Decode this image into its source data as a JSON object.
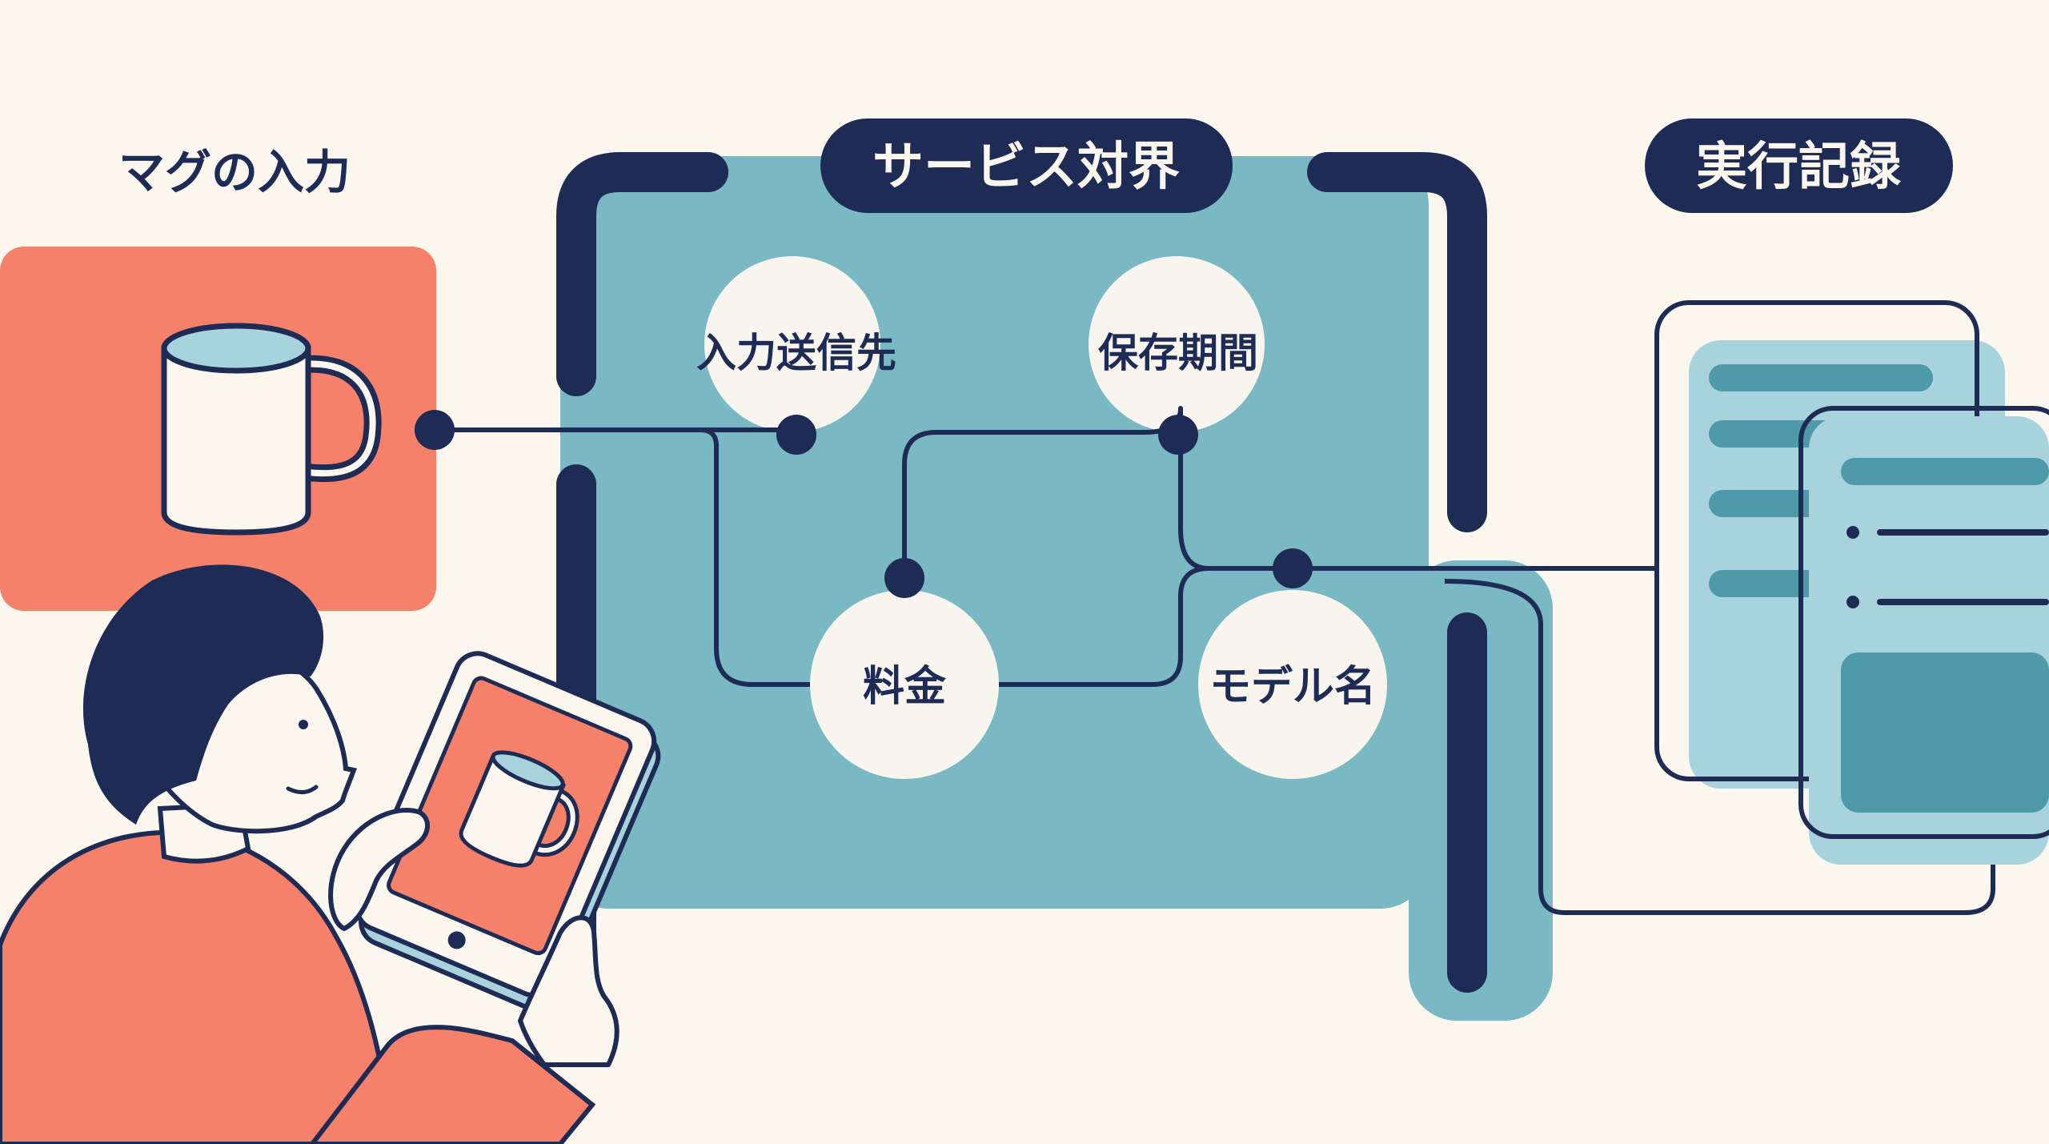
{
  "labels": {
    "input": "マグの入力",
    "boundary": "サービス対界",
    "log": "実行記録"
  },
  "nodes": {
    "destination": "入力送信先",
    "retention": "保存期間",
    "price": "料金",
    "model": "モデル名"
  },
  "colors": {
    "background": "#fbf7ee",
    "coral": "#f5816a",
    "teal": "#7ab8c4",
    "navy": "#1d2b55",
    "node_fill": "#f8f5ee"
  }
}
